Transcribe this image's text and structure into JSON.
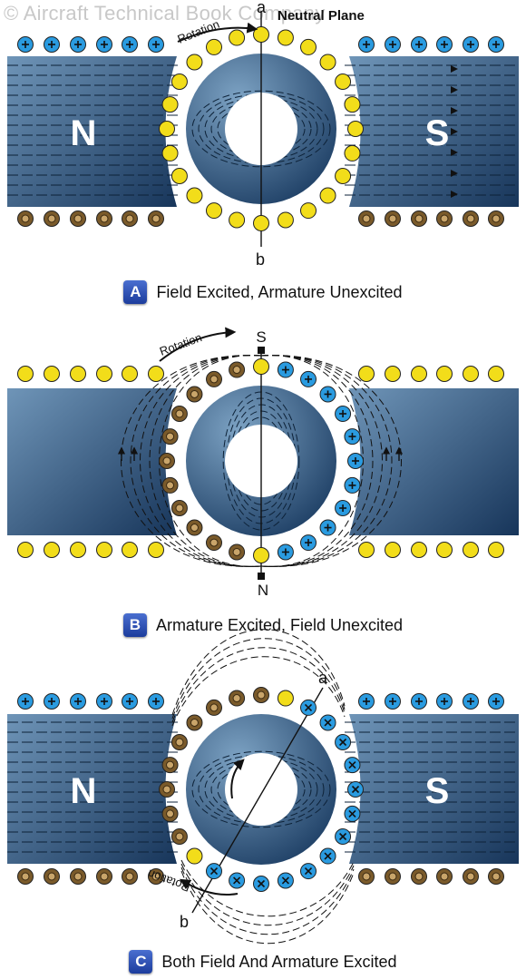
{
  "watermark": "© Aircraft Technical Book Company",
  "colors": {
    "pole_dark": "#17355a",
    "pole_light": "#6f95b8",
    "conductor_yellow": "#f2dd1a",
    "conductor_brown": "#7a5a2a",
    "conductor_blue": "#2a9be0"
  },
  "panel_a": {
    "label_a": "a",
    "label_b": "b",
    "neutral_plane": "Neutral Plane",
    "rotation": "Rotation",
    "pole_left": "N",
    "pole_right": "S",
    "badge": "A",
    "caption": "Field Excited, Armature Unexcited"
  },
  "panel_b": {
    "rotation": "Rotation",
    "pole_top": "S",
    "pole_bottom": "N",
    "badge": "B",
    "caption": "Armature Excited, Field Unexcited"
  },
  "panel_c": {
    "label_a": "a",
    "label_b": "b",
    "rotation": "Rotation",
    "pole_left": "N",
    "pole_right": "S",
    "badge": "C",
    "caption": "Both Field And Armature Excited"
  }
}
